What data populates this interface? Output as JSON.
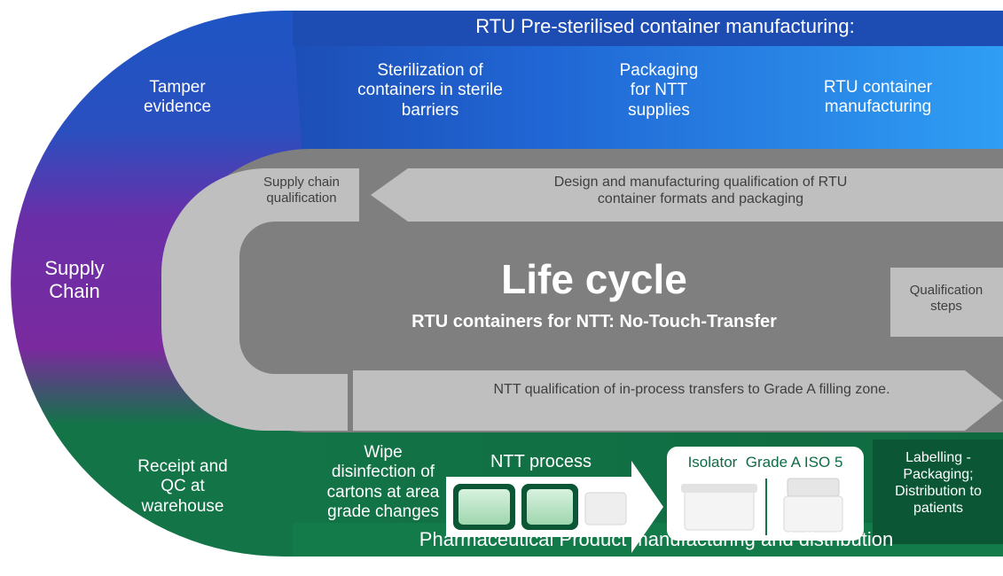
{
  "top": {
    "title": "RTU Pre-sterilised container manufacturing:",
    "items": [
      "Tamper evidence",
      "Sterilization of containers in sterile barriers",
      "Packaging for NTT supplies",
      "RTU container manufacturing"
    ]
  },
  "left": {
    "label": "Supply Chain"
  },
  "center": {
    "supply_chain_qualification": "Supply chain qualification",
    "design_qualification": "Design and manufacturing qualification of RTU container formats and packaging",
    "title": "Life cycle",
    "subtitle": "RTU containers for NTT: No-Touch-Transfer",
    "qualification_steps": "Qualification steps",
    "ntt_qualification": "NTT qualification of in-process transfers to Grade A filling zone."
  },
  "bottom": {
    "receipt": "Receipt and QC at warehouse",
    "wipe": "Wipe disinfection of cartons at area grade changes",
    "ntt_process": "NTT process",
    "isolator": "Isolator  Grade A ISO 5",
    "labelling": "Labelling - Packaging; Distribution to patients",
    "title": "Pharmaceutical Product manufacturing and distribution"
  },
  "colors": {
    "blue_dark": "#1f4fb0",
    "blue_light": "#2f9cf2",
    "purple": "#7a2aa0",
    "green": "#127447",
    "green_dark": "#0b5635",
    "grey_dark": "#7f7f7f",
    "grey_light": "#bfbfbf"
  }
}
